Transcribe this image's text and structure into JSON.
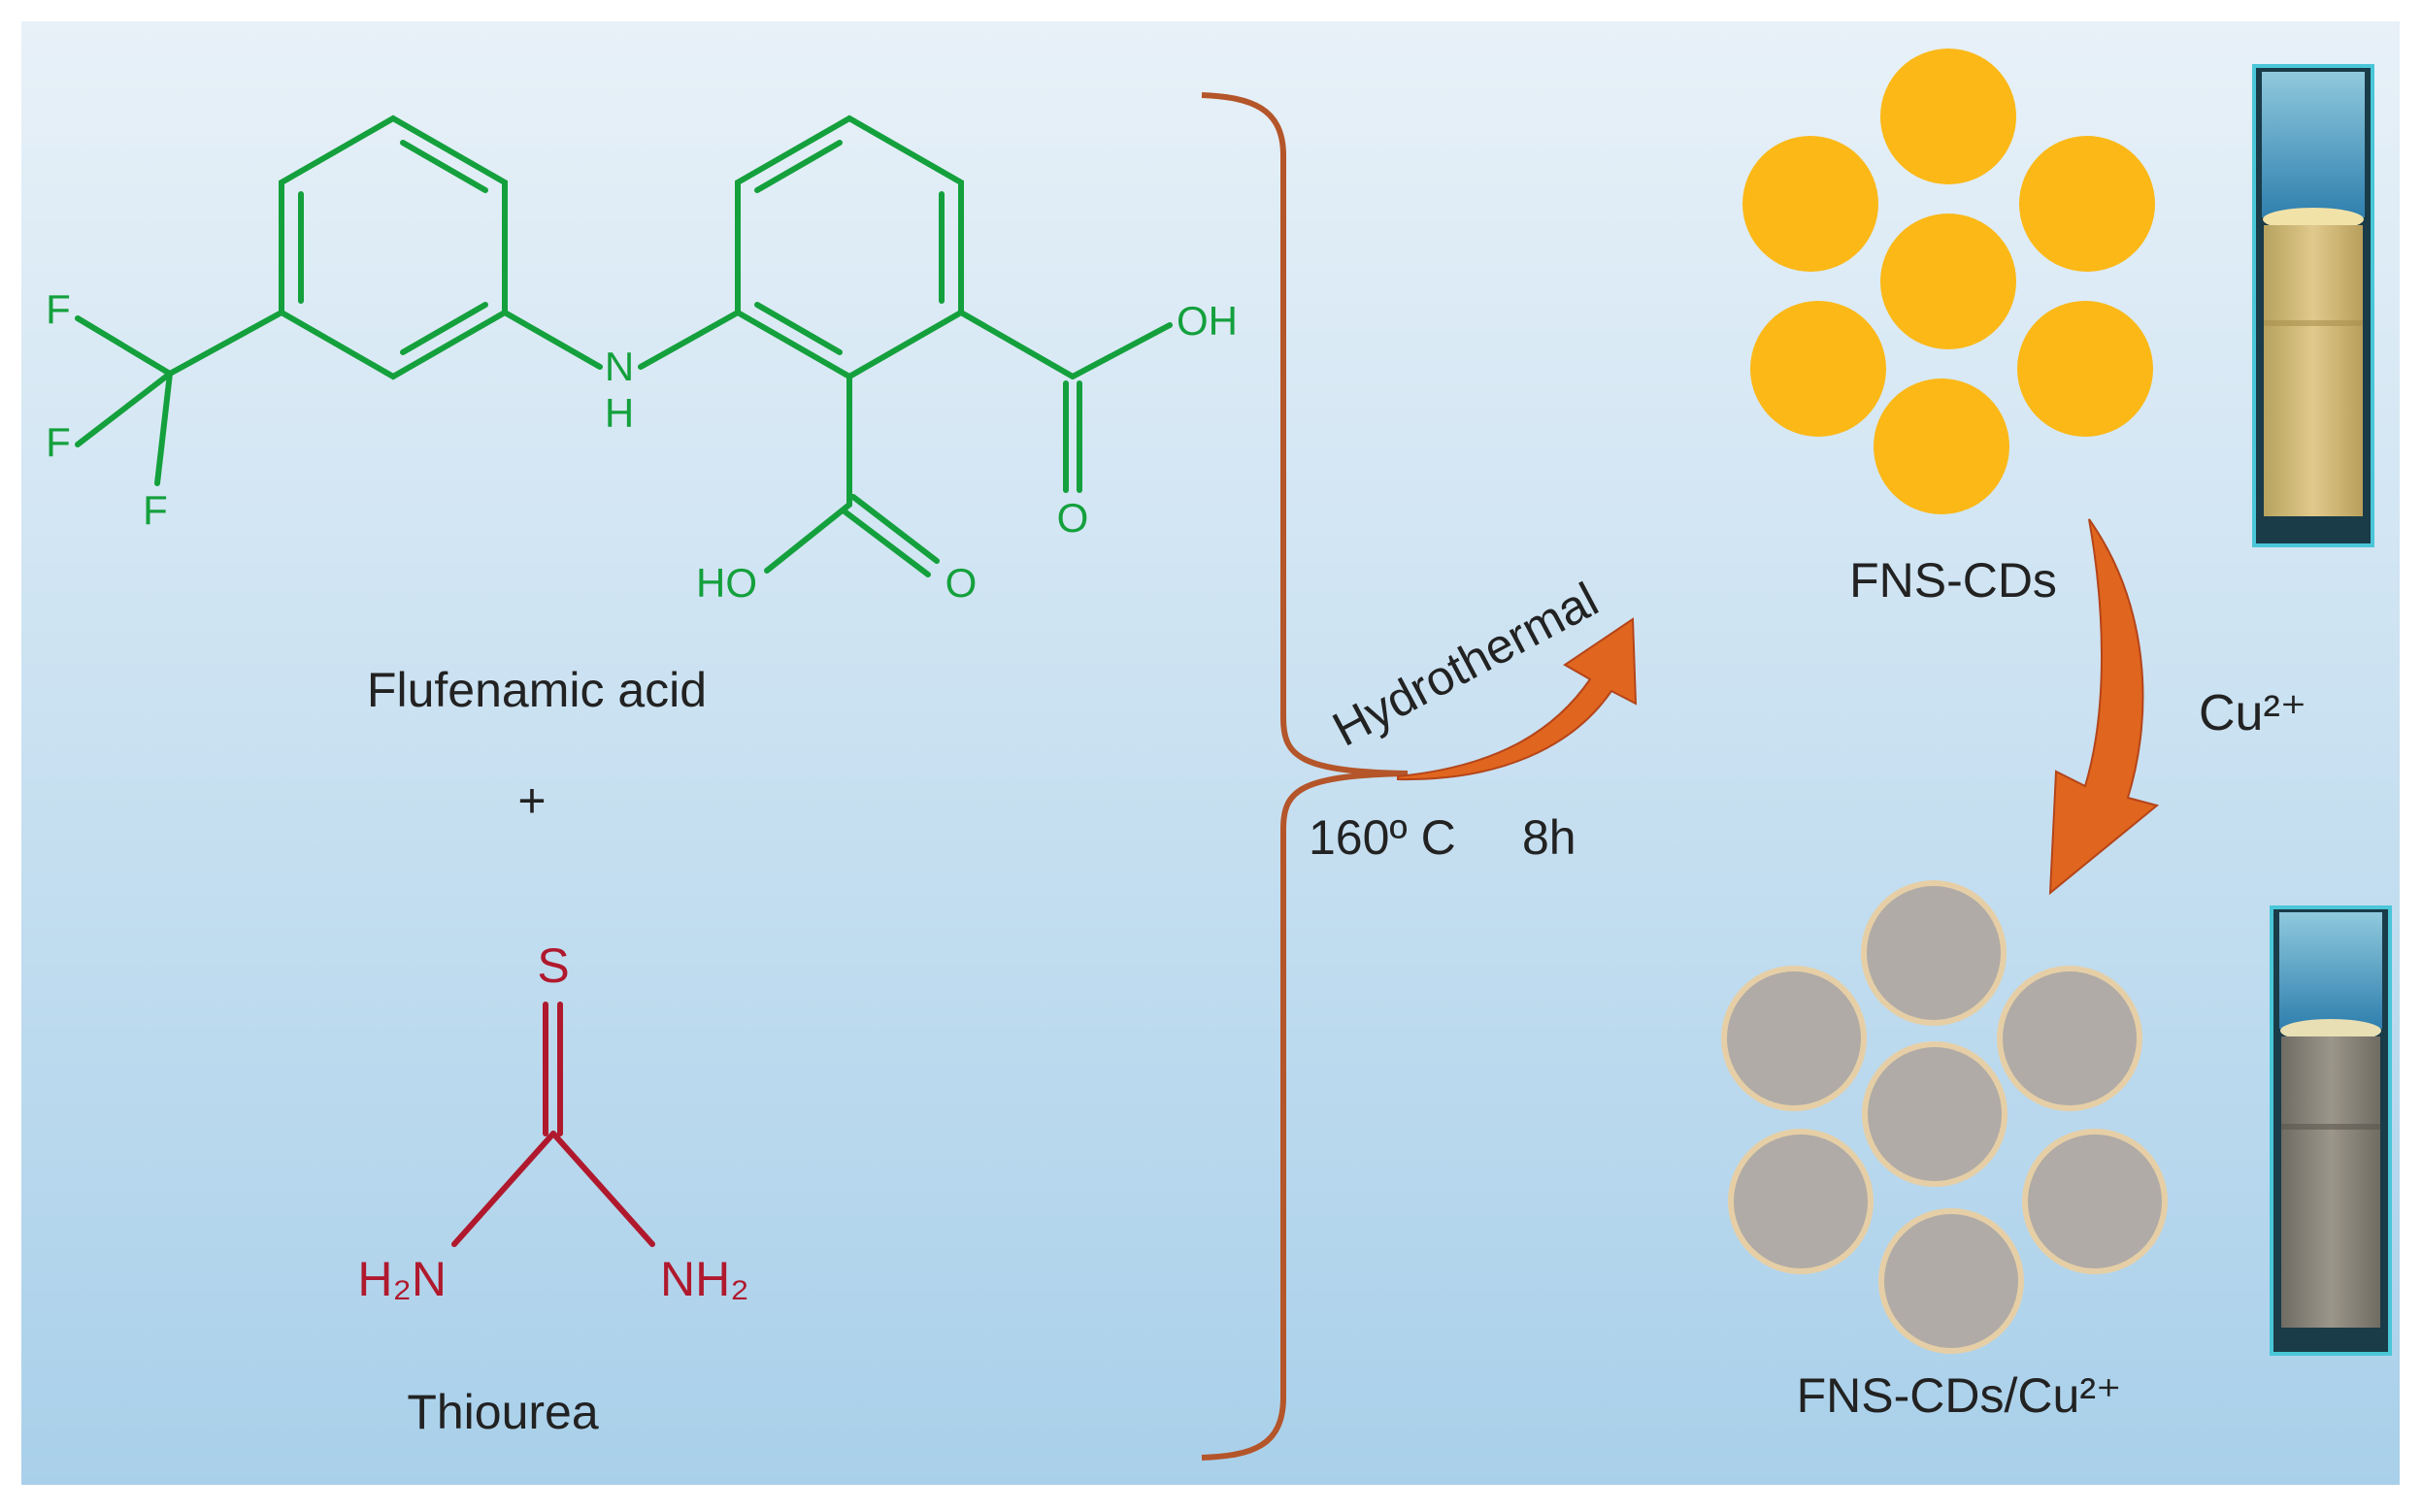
{
  "colors": {
    "reagent_a": "#14a03c",
    "reagent_b": "#b0192d",
    "bracket": "#b4552a",
    "arrow": "#e0651e",
    "dot_before": "#fbb817",
    "dot_after": "#b0aba6",
    "dot_after_rim": "#e6cfa6",
    "background_top": "#e8f1f8",
    "background_bottom": "#a9d0ea"
  },
  "reactants": {
    "molecule_a": {
      "name": "Flufenamic acid",
      "atoms": {
        "f1": "F",
        "f2": "F",
        "f3": "F",
        "nh_n": "N",
        "nh_h": "H",
        "oh_top": "OH",
        "o_top": "O",
        "ho_bottom": "HO",
        "o_bottom": "O"
      }
    },
    "plus": "+",
    "molecule_b": {
      "name": "Thiourea",
      "atoms": {
        "s": "S",
        "nh2_left": "H₂N",
        "nh2_right": "NH₂"
      }
    }
  },
  "conditions": {
    "method": "Hydrothermal",
    "temperature": "160º C",
    "time": "8h"
  },
  "products": {
    "before": {
      "label": "FNS-CDs"
    },
    "reagent": {
      "label": "Cu²⁺"
    },
    "after": {
      "label": "FNS-CDs/Cu²⁺"
    }
  }
}
